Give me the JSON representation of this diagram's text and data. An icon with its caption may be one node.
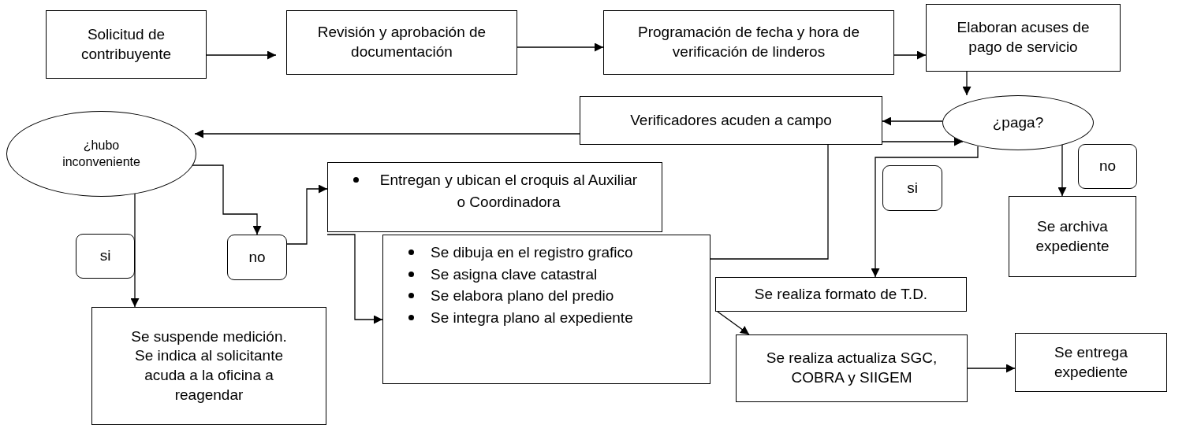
{
  "diagram": {
    "nodes": [
      {
        "text": [
          "Solicitud de contribuyente"
        ]
      },
      {
        "text": [
          "Revisión y aprobación de documentación"
        ]
      },
      {
        "text": [
          "Programación de fecha y hora de verificación de linderos"
        ]
      },
      {
        "text": [
          "Elaboran acuses de pago de servicio"
        ]
      },
      {
        "text": [
          "Verificadores acuden a campo"
        ]
      },
      {
        "text": [
          "¿paga?"
        ]
      },
      {
        "text": [
          "¿hubo inconveniente"
        ]
      },
      {
        "text": [
          "Entregan y ubican el croquis al Auxiliar o Coordinadora"
        ]
      },
      {
        "text": [
          "si"
        ]
      },
      {
        "text": [
          "no"
        ]
      },
      {
        "text": [
          "Se archiva expediente"
        ]
      },
      {
        "text": [
          "si"
        ]
      },
      {
        "text": [
          "no"
        ]
      },
      {
        "text": [
          "Se dibuja en el registro grafico",
          "Se asigna clave catastral",
          "Se elabora plano del predio",
          "Se integra plano al expediente"
        ]
      },
      {
        "text": [
          "Se suspende medición. Se indica al solicitante acuda a la oficina a reagendar"
        ]
      },
      {
        "text": [
          "Se realiza formato de T.D."
        ]
      },
      {
        "text": [
          "Se realiza actualiza SGC, COBRA y SIIGEM"
        ]
      },
      {
        "text": [
          "Se entrega expediente"
        ]
      }
    ],
    "edges": [
      {
        "from": 0,
        "to": 1,
        "arrow": "to"
      },
      {
        "from": 1,
        "to": 2,
        "arrow": "to"
      },
      {
        "from": 2,
        "to": 3,
        "arrow": "to"
      },
      {
        "from": 3,
        "to": 5,
        "arrow": "to"
      },
      {
        "from": 5,
        "to": 4,
        "arrow": "to"
      },
      {
        "from": 4,
        "to": 6,
        "arrow": "to"
      },
      {
        "from": 6,
        "to": 12,
        "arrow": "to"
      },
      {
        "from": 12,
        "to": 7,
        "arrow": "to"
      },
      {
        "from": 6,
        "to": 14,
        "arrow": "to"
      },
      {
        "from": 7,
        "to": 13,
        "arrow": "to"
      },
      {
        "from": 13,
        "to": 5,
        "arrow": "to"
      },
      {
        "from": 5,
        "to": 15,
        "arrow": "to"
      },
      {
        "from": 5,
        "to": 10,
        "arrow": "to"
      },
      {
        "from": 15,
        "to": 16,
        "arrow": "to"
      },
      {
        "from": 16,
        "to": 17,
        "arrow": "to"
      }
    ]
  }
}
